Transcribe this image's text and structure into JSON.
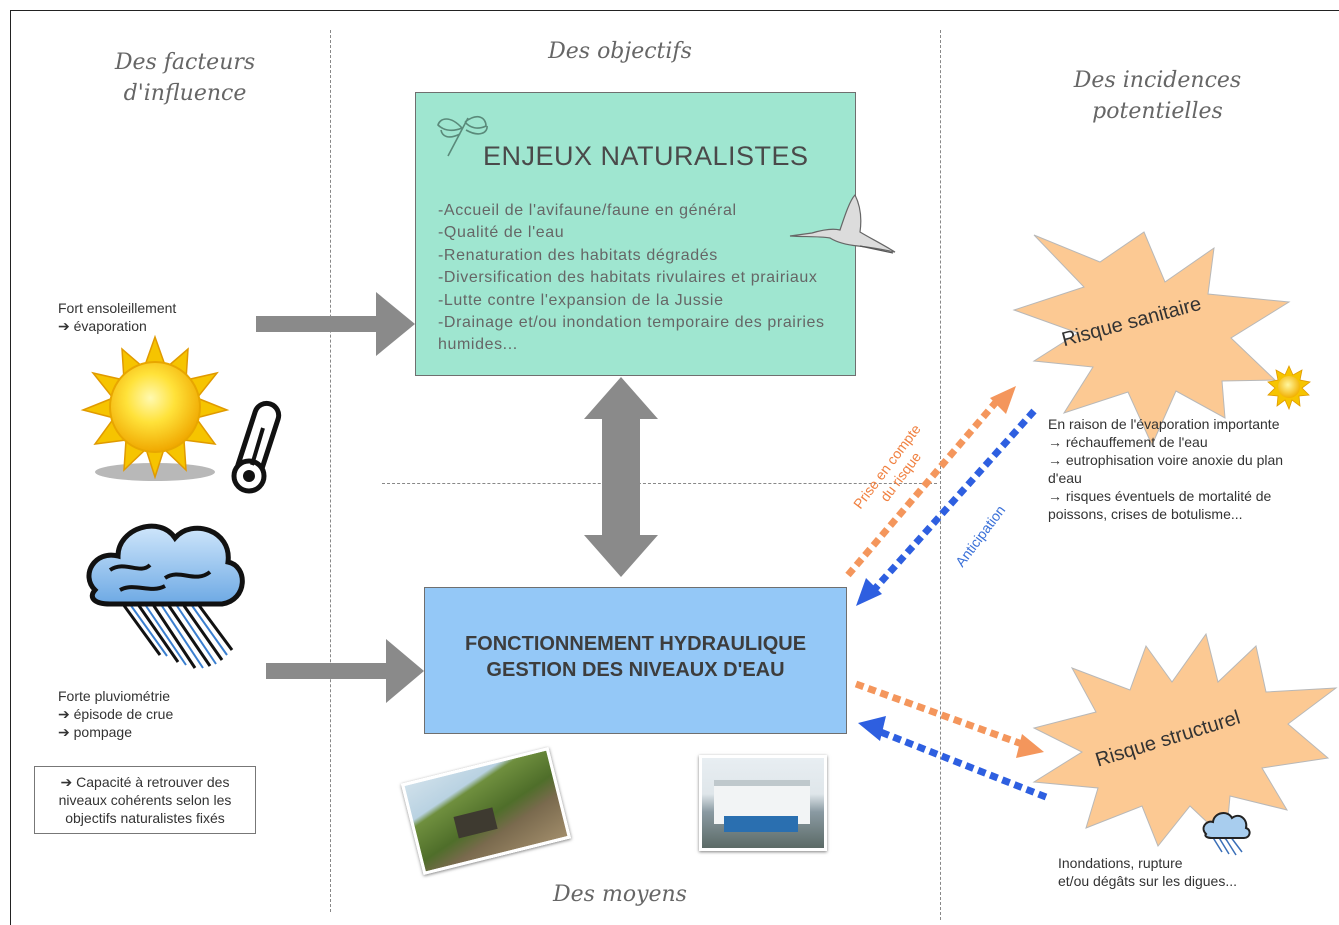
{
  "headings": {
    "factors_line1": "Des facteurs",
    "factors_line2": "d'influence",
    "objectives": "Des objectifs",
    "incidences_line1": "Des incidences",
    "incidences_line2": "potentielles",
    "means": "Des moyens"
  },
  "enjeux": {
    "title": "ENJEUX NATURALISTES",
    "items": [
      "-Accueil de l'avifaune/faune en général",
      "-Qualité de l'eau",
      "-Renaturation des habitats dégradés",
      "-Diversification des habitats rivulaires et prairiaux",
      "-Lutte contre l'expansion de la Jussie",
      "-Drainage et/ou inondation temporaire des prairies",
      "humides..."
    ]
  },
  "hydraulique": {
    "line1": "FONCTIONNEMENT HYDRAULIQUE",
    "line2": "GESTION DES NIVEAUX D'EAU"
  },
  "factors": {
    "sun_line1": "Fort ensoleillement",
    "sun_line2": "➔ évaporation",
    "rain_line1": "Forte pluviométrie",
    "rain_line2": "➔ épisode de crue",
    "rain_line3": "➔ pompage",
    "capacity_line1": "➔ Capacité à retrouver des",
    "capacity_line2": "niveaux cohérents selon les",
    "capacity_line3": "objectifs naturalistes fixés"
  },
  "links": {
    "prise_line1": "Prise en compte",
    "prise_line2": "du risque",
    "anticipation": "Anticipation"
  },
  "risks": {
    "sanitaire": "Risque sanitaire",
    "sanitaire_desc": [
      "En raison de l'évaporation importante",
      "→ réchauffement de l'eau",
      "→ eutrophisation voire anoxie du plan",
      "d'eau",
      "→ risques éventuels de mortalité de",
      "poissons, crises de botulisme..."
    ],
    "structurel": "Risque structurel",
    "structurel_desc": [
      "Inondations, rupture",
      "et/ou dégâts sur les digues..."
    ]
  },
  "colors": {
    "green_box": "#9fe6d0",
    "blue_box": "#94c8f7",
    "burst": "#fcc993",
    "orange_arrow": "#f4965c",
    "blue_arrow": "#2e5fe0",
    "grey_arrow": "#8a8a8a"
  },
  "icons": [
    "dragonfly-icon",
    "heron-icon",
    "sun-icon",
    "thermometer-icon",
    "rain-cloud-icon",
    "small-sun-icon",
    "small-rain-cloud-icon"
  ]
}
